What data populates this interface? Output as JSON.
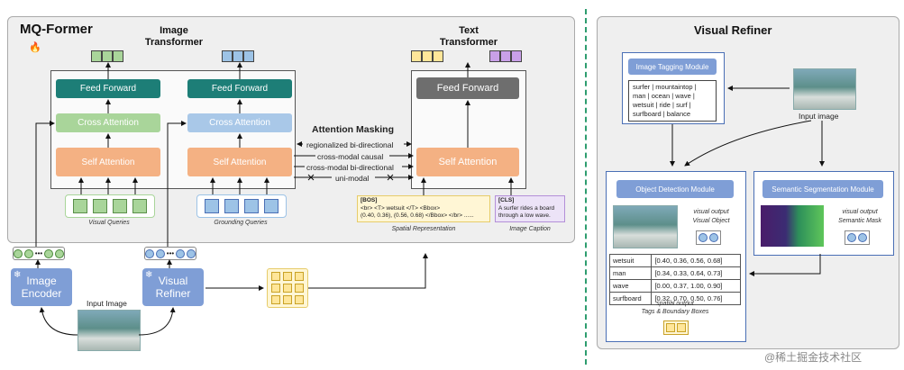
{
  "mq_former": {
    "title": "MQ-Former",
    "image_transformer_title": "Image\nTransformer",
    "text_transformer_title": "Text\nTransformer",
    "feed_forward": "Feed Forward",
    "cross_attention": "Cross Attention",
    "self_attention": "Self Attention",
    "visual_queries": "Visual Queries",
    "grounding_queries": "Grounding Queries",
    "attention_masking": "Attention Masking",
    "masking_rows": [
      "regionalized bi-directional",
      "cross-modal causal",
      "cross-modal bi-directional",
      "uni-modal"
    ],
    "spatial_text_line1": "[BOS]",
    "spatial_text_line2": "<br> <T> wetsuit </T> <Bbox>",
    "spatial_text_line3": "(0.40, 0.36), (0.56, 0.68) </Bbox> </br> ......",
    "spatial_caption": "Spatial Representation",
    "cls_line1": "[CLS]",
    "cls_line2": "A surfer rides a board",
    "cls_line3": "through a low wave.",
    "image_caption": "Image Caption"
  },
  "bottom": {
    "image_encoder": "Image\nEncoder",
    "visual_refiner": "Visual\nRefiner",
    "input_image": "Input Image"
  },
  "visual_refiner": {
    "title": "Visual Refiner",
    "tagging_module": "Image Tagging Module",
    "tags": [
      "surfer | mountaintop |",
      "man | ocean | wave |",
      "wetsuit | ride | surf |",
      "surfboard | balance"
    ],
    "input_image": "Input image",
    "detection_module": "Object Detection Module",
    "segmentation_module": "Semantic Segmentation Module",
    "visual_output_1": "visual output",
    "visual_object": "Visual Object",
    "visual_output_2": "visual output",
    "semantic_mask": "Semantic Mask",
    "bbox_rows": [
      {
        "label": "wetsuit",
        "value": "[0.40, 0.36, 0.56, 0.68]"
      },
      {
        "label": "man",
        "value": "[0.34, 0.33, 0.64, 0.73]"
      },
      {
        "label": "wave",
        "value": "[0.00, 0.37, 1.00, 0.90]"
      },
      {
        "label": "surfboard",
        "value": "[0.32, 0.70, 0.50, 0.76]"
      }
    ],
    "spatial_output": "spatial output",
    "tags_boundary": "Tags & Boundary Boxes"
  },
  "watermark": "@稀土掘金技术社区",
  "colors": {
    "feed_forward": "#1d7e77",
    "self_attention": "#f4b183",
    "green_tokens": "#a9d59a",
    "blue_tokens": "#9dc3e6",
    "yellow_tokens": "#ffe699",
    "purple_tokens": "#c9a0e8",
    "divider": "#2e9d6f"
  }
}
